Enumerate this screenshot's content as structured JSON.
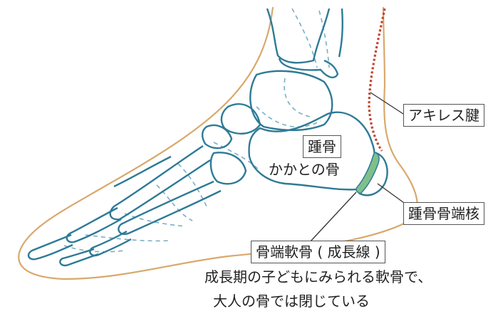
{
  "labels": {
    "achilles_tendon": "アキレス腱",
    "calcaneus_title": "踵骨",
    "calcaneus_sub": "かかとの骨",
    "apophysis": "踵骨骨端核",
    "growth_plate": "骨端軟骨 ( 成長線 )"
  },
  "caption": {
    "line1": "成長期の子どもにみられる軟骨で、",
    "line2": "大人の骨では閉じている"
  },
  "colors": {
    "skin_outline": "#d9a86c",
    "bone_outline": "#2e7a96",
    "hidden_bone_dash": "#7aaec4",
    "tendon": "#c0462e",
    "growth_plate_fill": "#7fc08a",
    "leader_line": "#333333"
  }
}
